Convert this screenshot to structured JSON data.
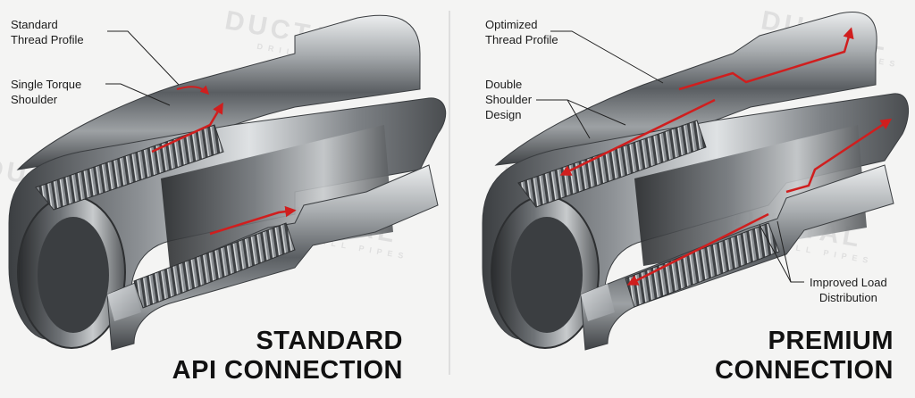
{
  "left": {
    "annotations": {
      "thread_profile": "Standard\nThread Profile",
      "torque_shoulder": "Single Torque\nShoulder"
    },
    "title": "STANDARD\nAPI CONNECTION"
  },
  "right": {
    "annotations": {
      "thread_profile": "Optimized\nThread Profile",
      "double_shoulder": "Double\nShoulder\nDesign",
      "load_distribution": "Improved Load\nDistribution"
    },
    "title": "PREMIUM\nCONNECTION"
  },
  "watermark": {
    "brand": "DUCTAL",
    "tagline": "DRILL PIPES"
  },
  "colors": {
    "arrow": "#d01e1e",
    "steel_dark": "#4a4d50",
    "steel_light": "#d9dcde",
    "divider": "#c9c9c9"
  }
}
